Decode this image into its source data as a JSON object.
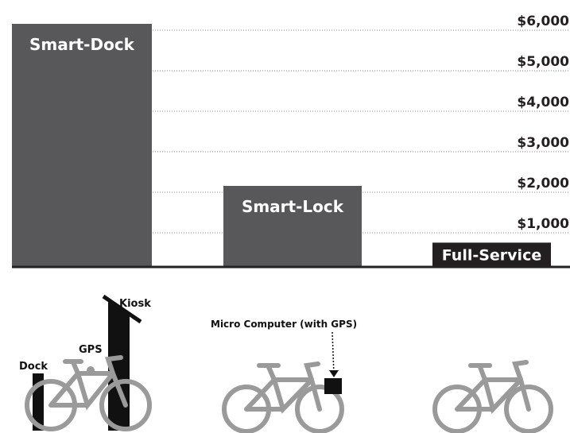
{
  "chart_data": {
    "type": "bar",
    "categories": [
      "Smart-Dock",
      "Smart-Lock",
      "Full-Service"
    ],
    "values": [
      6000,
      2000,
      600
    ],
    "ylim": [
      0,
      6000
    ],
    "yticks": [
      "$1,000",
      "$2,000",
      "$3,000",
      "$4,000",
      "$5,000",
      "$6,000"
    ],
    "grid": true,
    "title": "",
    "xlabel": "",
    "ylabel": ""
  },
  "illustrations": {
    "kiosk_label": "Kiosk",
    "dock_label": "Dock",
    "gps_label": "GPS",
    "micro_computer_label": "Micro Computer (with GPS)"
  },
  "colors": {
    "bar_dark": "#58585a",
    "bar_black": "#231f20",
    "bike_gray": "#9a9a9a",
    "black": "#111111"
  }
}
